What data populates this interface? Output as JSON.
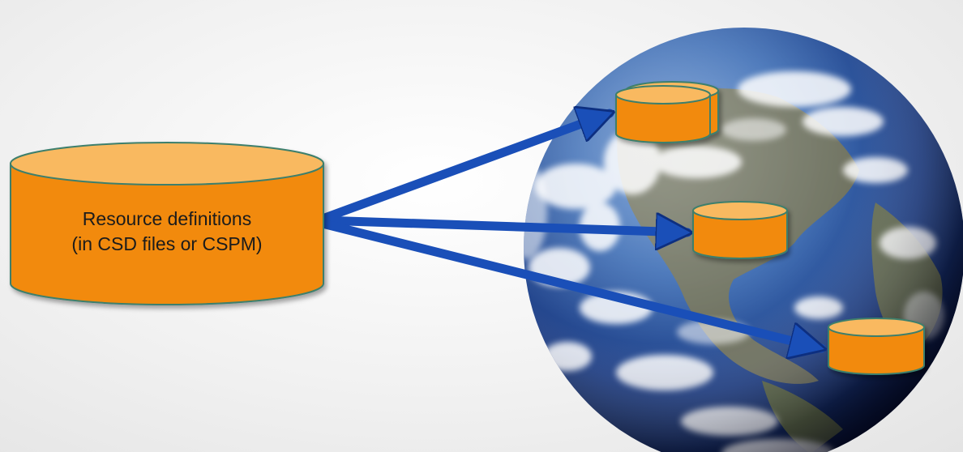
{
  "diagram": {
    "source": {
      "line1": "Resource definitions",
      "line2": "(in CSD files or CSPM)"
    },
    "colors": {
      "cylinder_fill": "#f28a0d",
      "cylinder_top": "#f9b960",
      "cylinder_stroke": "#3d7f6c",
      "arrow": "#1a4fb8",
      "arrow_edge": "#0d2f80",
      "ocean_light": "#4d7fc4",
      "ocean_dark": "#0b1b45",
      "land": "#7b7a52",
      "clouds": "#ffffff"
    },
    "icons": {
      "globe": "earth-globe-image",
      "database": "database-cylinder-icon",
      "arrow": "arrow-right-icon"
    }
  }
}
